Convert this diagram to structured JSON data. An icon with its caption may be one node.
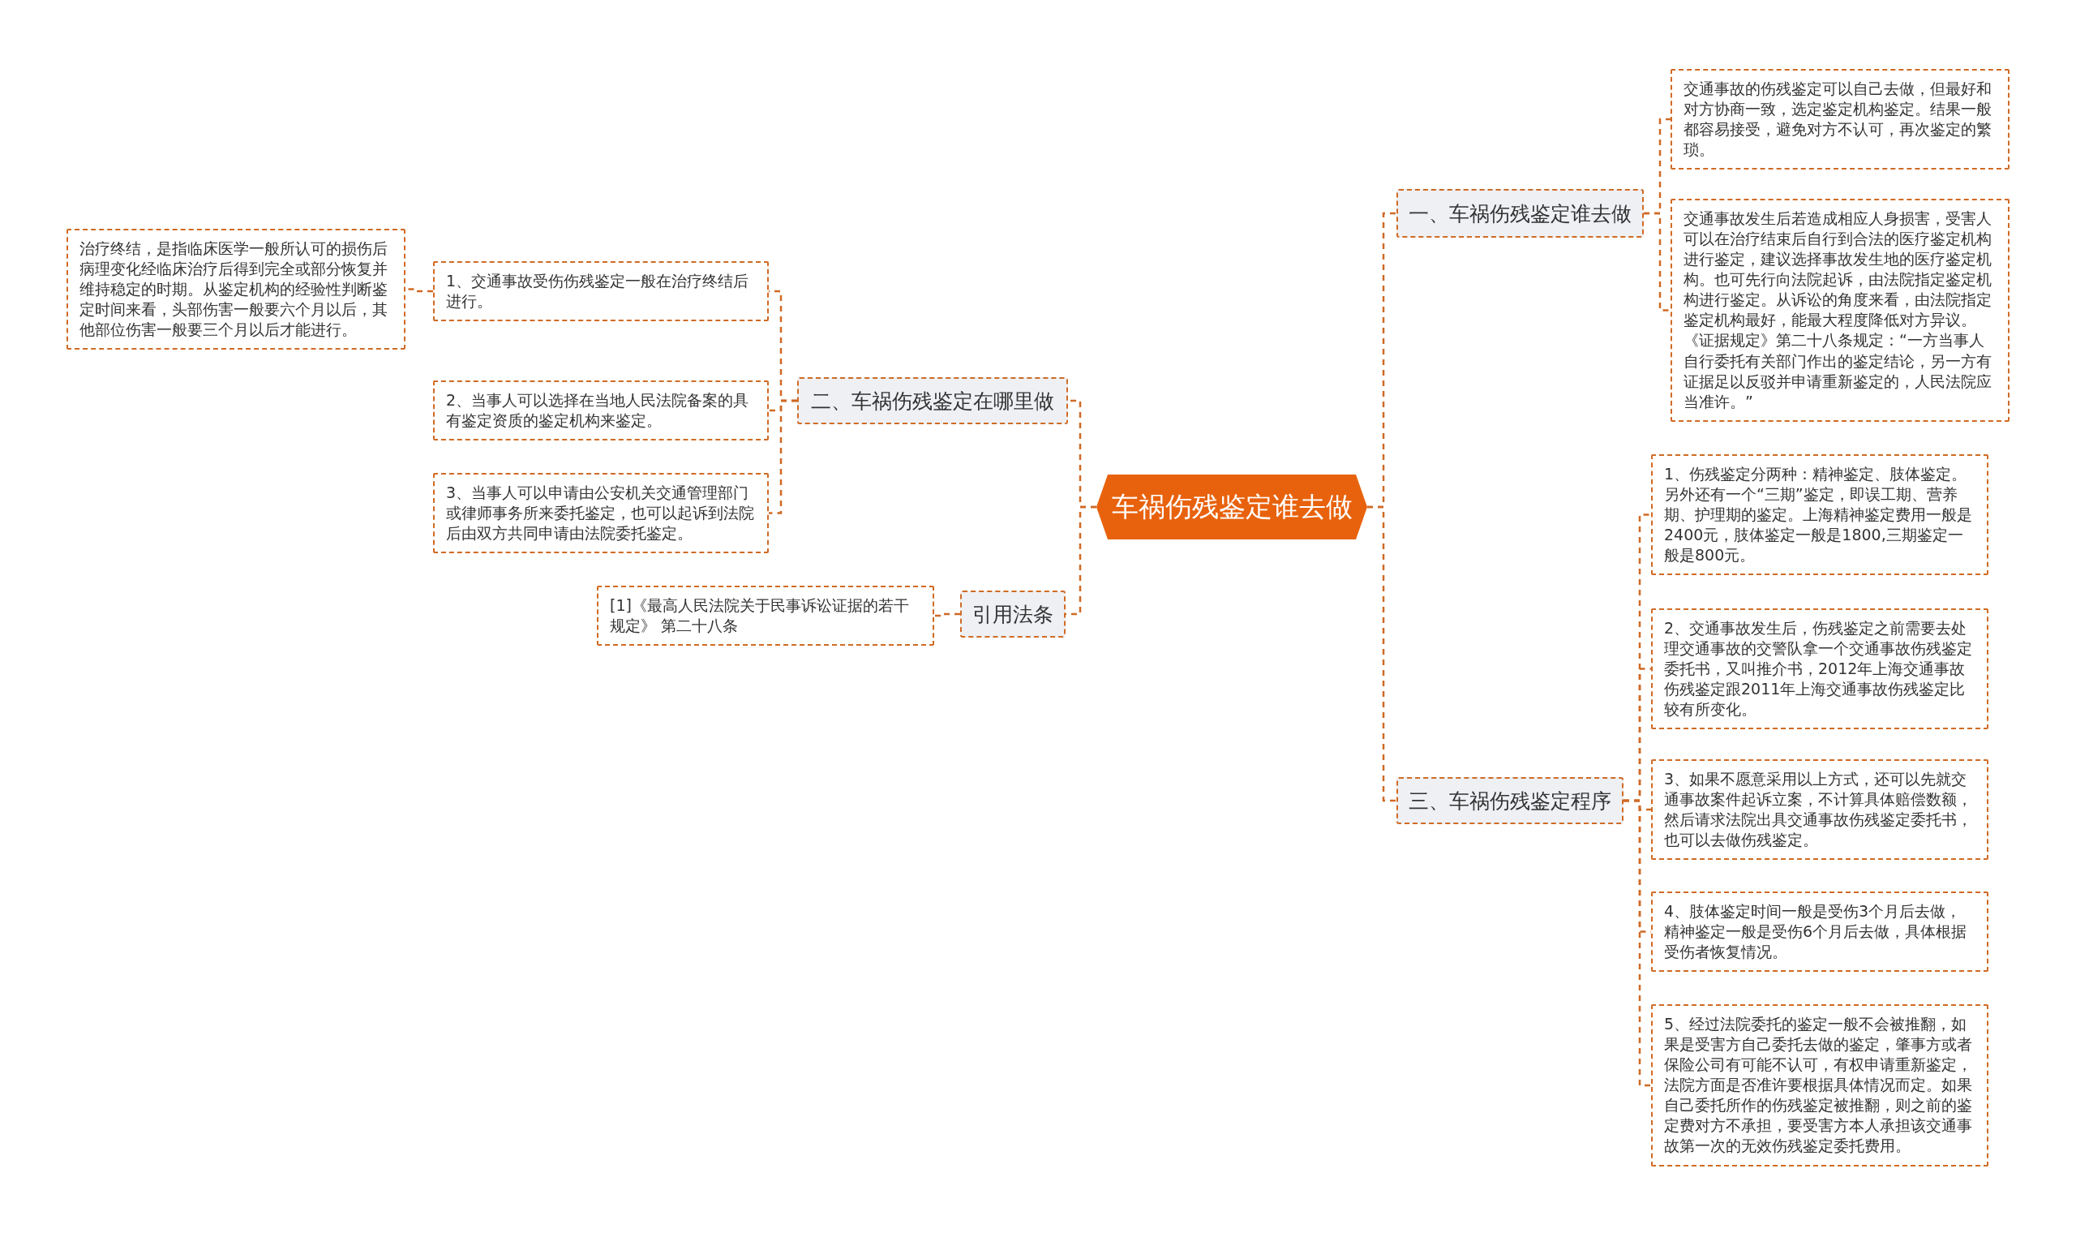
{
  "diagram": {
    "nodes": [
      {
        "text": [
          "车祸伤残鉴定谁去做"
        ]
      },
      {
        "text": [
          "一、车祸伤残鉴定谁去做"
        ]
      },
      {
        "text": [
          "交通事故的伤残鉴定可以自己去做，但最好和对方协商一致，选定鉴定机构鉴定。结果一般都容易接受，避免对方不认可，再次鉴定的繁琐。"
        ]
      },
      {
        "text": [
          "交通事故发生后若造成相应人身损害，受害人可以在治疗结束后自行到合法的医疗鉴定机构进行鉴定，建议选择事故发生地的医疗鉴定机构。也可先行向法院起诉，由法院指定鉴定机构进行鉴定。从诉讼的角度来看，由法院指定鉴定机构最好，能最大程度降低对方异议。《证据规定》第二十八条规定：“一方当事人自行委托有关部门作出的鉴定结论，另一方有证据足以反驳并申请重新鉴定的，人民法院应当准许。”"
        ]
      },
      {
        "text": [
          "二、车祸伤残鉴定在哪里做"
        ]
      },
      {
        "text": [
          "1、交通事故受伤伤残鉴定一般在治疗终结后进行。"
        ]
      },
      {
        "text": [
          "治疗终结，是指临床医学一般所认可的损伤后病理变化经临床治疗后得到完全或部分恢复并维持稳定的时期。从鉴定机构的经验性判断鉴定时间来看，头部伤害一般要六个月以后，其他部位伤害一般要三个月以后才能进行。"
        ]
      },
      {
        "text": [
          "2、当事人可以选择在当地人民法院备案的具有鉴定资质的鉴定机构来鉴定。"
        ]
      },
      {
        "text": [
          "3、当事人可以申请由公安机关交通管理部门或律师事务所来委托鉴定，也可以起诉到法院后由双方共同申请由法院委托鉴定。"
        ]
      },
      {
        "text": [
          "引用法条"
        ]
      },
      {
        "text": [
          "[1]《最高人民法院关于民事诉讼证据的若干规定》 第二十八条"
        ]
      },
      {
        "text": [
          "三、车祸伤残鉴定程序"
        ]
      },
      {
        "text": [
          "1、伤残鉴定分两种：精神鉴定、肢体鉴定。另外还有一个“三期”鉴定，即误工期、营养期、护理期的鉴定。上海精神鉴定费用一般是2400元，肢体鉴定一般是1800,三期鉴定一般是800元。"
        ]
      },
      {
        "text": [
          "2、交通事故发生后，伤残鉴定之前需要去处理交通事故的交警队拿一个交通事故伤残鉴定委托书，又叫推介书，2012年上海交通事故伤残鉴定跟2011年上海交通事故伤残鉴定比较有所变化。"
        ]
      },
      {
        "text": [
          "3、如果不愿意采用以上方式，还可以先就交通事故案件起诉立案，不计算具体赔偿数额，然后请求法院出具交通事故伤残鉴定委托书，也可以去做伤残鉴定。"
        ]
      },
      {
        "text": [
          "4、肢体鉴定时间一般是受伤3个月后去做，精神鉴定一般是受伤6个月后去做，具体根据受伤者恢复情况。"
        ]
      },
      {
        "text": [
          "5、经过法院委托的鉴定一般不会被推翻，如果是受害方自己委托去做的鉴定，肇事方或者保险公司有可能不认可，有权申请重新鉴定，法院方面是否准许要根据具体情况而定。如果自己委托所作的伤残鉴定被推翻，则之前的鉴定费对方不承担，要受害方本人承担该交通事故第一次的无效伤残鉴定委托费用。"
        ]
      }
    ],
    "edges": [
      {
        "from": 0,
        "to": 1,
        "arrow": "none",
        "style": "dashed"
      },
      {
        "from": 1,
        "to": 2,
        "arrow": "none",
        "style": "dashed"
      },
      {
        "from": 1,
        "to": 3,
        "arrow": "none",
        "style": "dashed"
      },
      {
        "from": 0,
        "to": 4,
        "arrow": "none",
        "style": "dashed"
      },
      {
        "from": 4,
        "to": 5,
        "arrow": "none",
        "style": "dashed"
      },
      {
        "from": 5,
        "to": 6,
        "arrow": "none",
        "style": "dashed"
      },
      {
        "from": 4,
        "to": 7,
        "arrow": "none",
        "style": "dashed"
      },
      {
        "from": 4,
        "to": 8,
        "arrow": "none",
        "style": "dashed"
      },
      {
        "from": 0,
        "to": 9,
        "arrow": "none",
        "style": "dashed"
      },
      {
        "from": 9,
        "to": 10,
        "arrow": "none",
        "style": "dashed"
      },
      {
        "from": 0,
        "to": 11,
        "arrow": "none",
        "style": "dashed"
      },
      {
        "from": 11,
        "to": 12,
        "arrow": "none",
        "style": "dashed"
      },
      {
        "from": 11,
        "to": 13,
        "arrow": "none",
        "style": "dashed"
      },
      {
        "from": 11,
        "to": 14,
        "arrow": "none",
        "style": "dashed"
      },
      {
        "from": 11,
        "to": 15,
        "arrow": "none",
        "style": "dashed"
      },
      {
        "from": 11,
        "to": 16,
        "arrow": "none",
        "style": "dashed"
      }
    ]
  }
}
